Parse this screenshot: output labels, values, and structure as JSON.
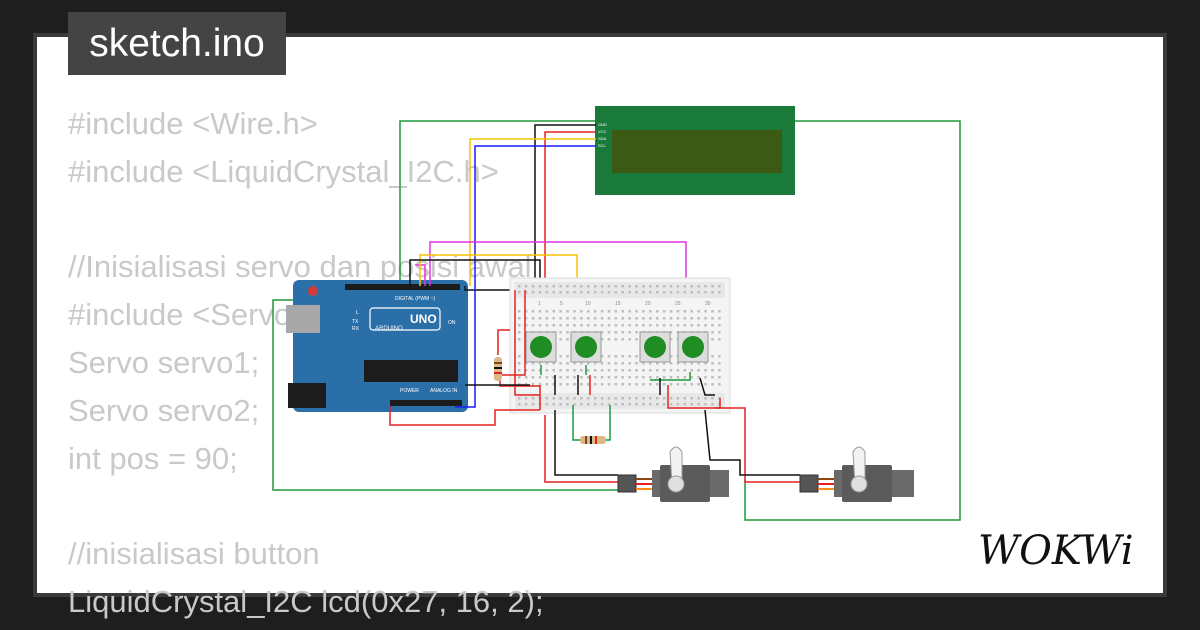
{
  "title": "sketch.ino",
  "code_lines": [
    "#include <Wire.h>",
    "#include <LiquidCrystal_I2C.h>",
    "",
    "//Inisialisasi servo dan posisi awal",
    "#include <Servo.h>",
    "Servo servo1;",
    "Servo servo2;",
    "int pos = 90;",
    "",
    "//inisialisasi button",
    "LiquidCrystal_I2C lcd(0x27, 16, 2);"
  ],
  "arduino": {
    "board_label": "UNO",
    "brand_label": "ARDUINO",
    "digital_label": "DIGITAL (PWM ~)",
    "power_label": "POWER",
    "analog_label": "ANALOG IN",
    "on_label": "ON",
    "l_label": "L",
    "tx_label": "TX",
    "rx_label": "RX"
  },
  "lcd": {
    "pin_labels": [
      "GND",
      "VCC",
      "SDA",
      "SCL"
    ]
  },
  "breadboard": {
    "column_markers": [
      "1",
      "5",
      "10",
      "15",
      "20",
      "25",
      "30"
    ]
  },
  "logo": "WOKWi",
  "colors": {
    "background": "#1e1e1e",
    "card_border": "#3a3a3a",
    "badge_bg": "#444444",
    "code_text": "#c9c9c9",
    "arduino_blue": "#2a6fa8",
    "lcd_frame": "#1a7a3a",
    "lcd_screen": "#3d5a14",
    "button_green": "#1f8c24",
    "wire_green": "#1c9a3a",
    "wire_red": "#e52222",
    "wire_black": "#111111",
    "wire_yellow": "#f5c400",
    "wire_blue": "#1a1aff",
    "wire_magenta": "#e033e0"
  }
}
